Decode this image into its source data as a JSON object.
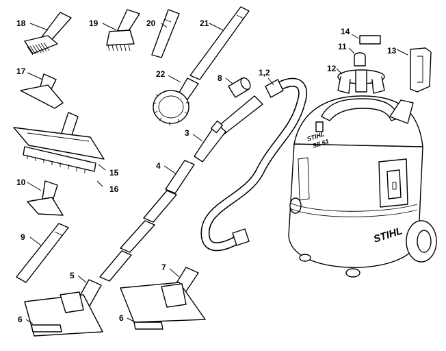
{
  "diagram": {
    "brand_text": "STIHL",
    "model_text": "SE 61",
    "callouts": {
      "c1_2": "1,2",
      "c3": "3",
      "c4": "4",
      "c5": "5",
      "c6a": "6",
      "c6b": "6",
      "c7": "7",
      "c8": "8",
      "c9": "9",
      "c10": "10",
      "c11": "11",
      "c12": "12",
      "c13": "13",
      "c14": "14",
      "c15": "15",
      "c16": "16",
      "c17": "17",
      "c18": "18",
      "c19": "19",
      "c20": "20",
      "c21": "21",
      "c22": "22"
    }
  }
}
